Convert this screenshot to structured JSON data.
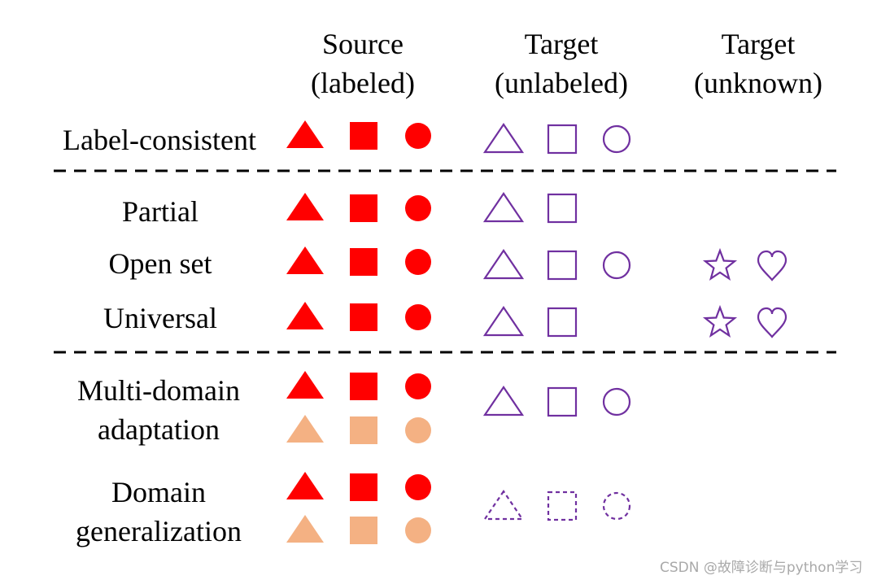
{
  "headers": {
    "source": [
      "Source",
      "(labeled)"
    ],
    "target_unlabeled": [
      "Target",
      "(unlabeled)"
    ],
    "target_unknown": [
      "Target",
      "(unknown)"
    ]
  },
  "rows": {
    "label_consistent": [
      "Label-consistent"
    ],
    "partial": [
      "Partial"
    ],
    "open_set": [
      "Open set"
    ],
    "universal": [
      "Universal"
    ],
    "multi_domain": [
      "Multi-domain",
      "adaptation"
    ],
    "domain_generalization": [
      "Domain",
      "generalization"
    ]
  },
  "colors": {
    "source": "#ff0000",
    "source_alt": "#f4b183",
    "target": "#7030a0"
  },
  "icons": {
    "source": [
      "triangle-icon",
      "square-icon",
      "circle-icon"
    ],
    "target_unknown": [
      "star-icon",
      "heart-icon"
    ]
  },
  "watermark": "CSDN @故障诊断与python学习"
}
